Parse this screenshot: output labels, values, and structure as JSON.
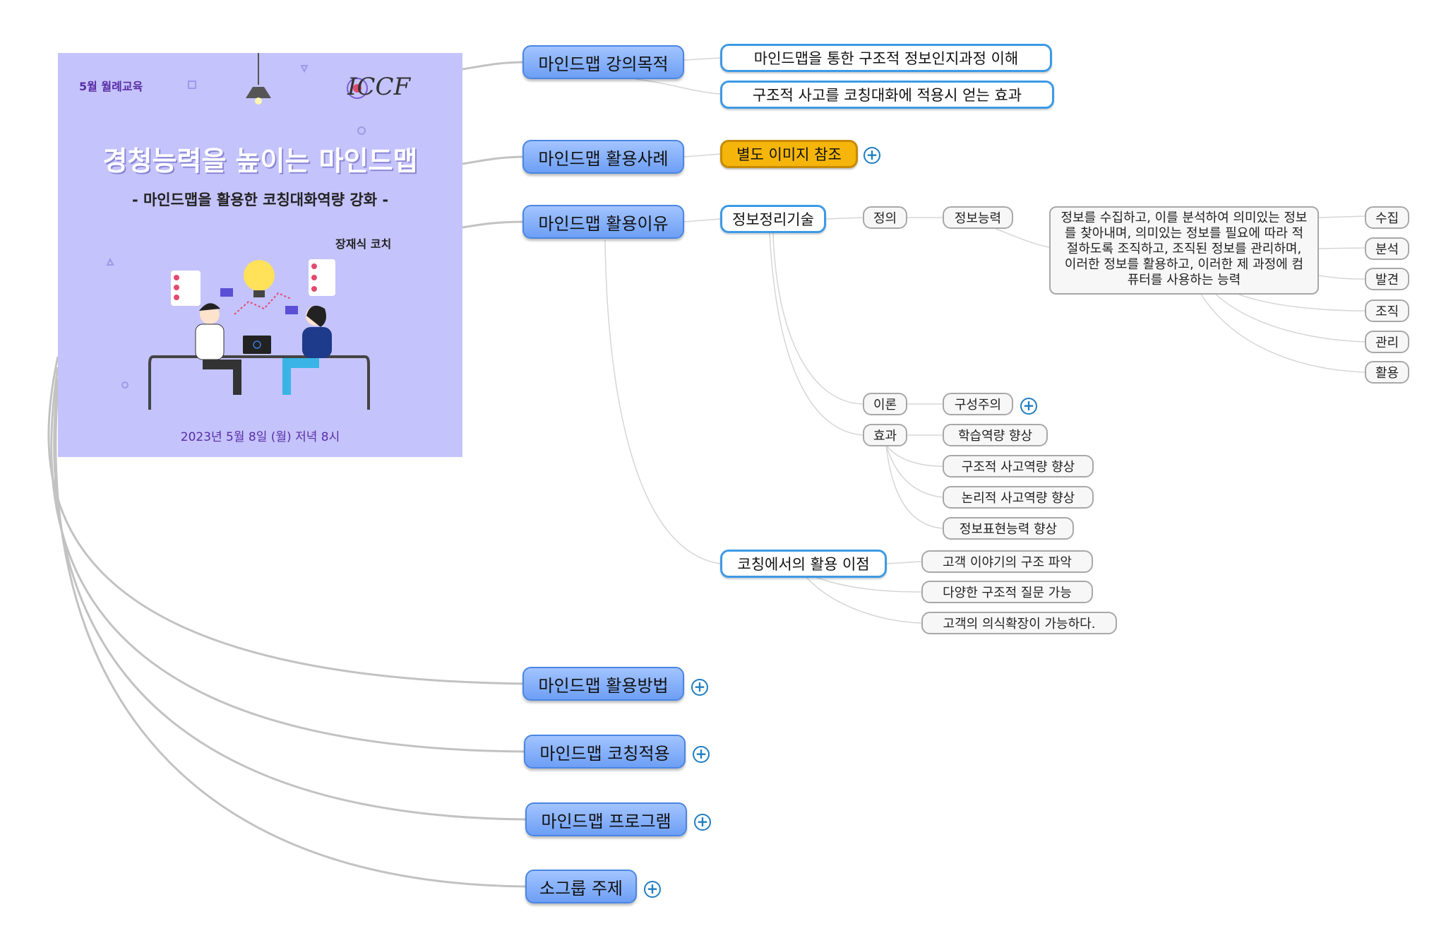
{
  "poster": {
    "event": "5월 월례교육",
    "title": "경청능력을 높이는 마인드맵",
    "subtitle": "- 마인드맵을 활용한 코칭대화역량 강화 -",
    "coach": "장재식 코치",
    "date": "2023년 5월 8일 (월) 저녁 8시",
    "logo": "ICCF"
  },
  "branches": {
    "b1": "마인드맵 강의목적",
    "b2": "마인드맵 활용사례",
    "b3": "마인드맵 활용이유",
    "b4": "마인드맵 활용방법",
    "b5": "마인드맵 코칭적용",
    "b6": "마인드맵 프로그램",
    "b7": "소그룹 주제"
  },
  "purpose": {
    "p1": "마인드맵을 통한 구조적 정보인지과정 이해",
    "p2": "구조적 사고를 코칭대화에 적용시 얻는 효과"
  },
  "case": {
    "ref": "별도 이미지 참조"
  },
  "reason": {
    "info_skill": "정보정리기술",
    "definition": "정의",
    "info_ability": "정보능력",
    "description": "정보를 수집하고, 이를 분석하여 의미있는 정보를 찾아내며, 의미있는 정보를 필요에 따라 적절하도록 조직하고, 조직된 정보를 관리하며, 이러한 정보를 활용하고, 이러한 제 과정에 컴퓨터를 사용하는 능력",
    "steps": [
      "수집",
      "분석",
      "발견",
      "조직",
      "관리",
      "활용"
    ],
    "theory": "이론",
    "constructivism": "구성주의",
    "effect": "효과",
    "effects": [
      "학습역량 향상",
      "구조적 사고역량 향상",
      "논리적 사고역량 향상",
      "정보표현능력 향상"
    ],
    "coaching_benefit": "코칭에서의 활용 이점",
    "benefits": [
      "고객 이야기의 구조 파악",
      "다양한 구조적 질문 가능",
      "고객의 의식확장이 가능하다."
    ]
  },
  "expand_symbol": "+",
  "colors": {
    "main_fill": "#7aa8f7",
    "sub_border": "#3c9ae6",
    "highlight": "#f5b50a",
    "poster_bg": "#c4c3fb"
  }
}
